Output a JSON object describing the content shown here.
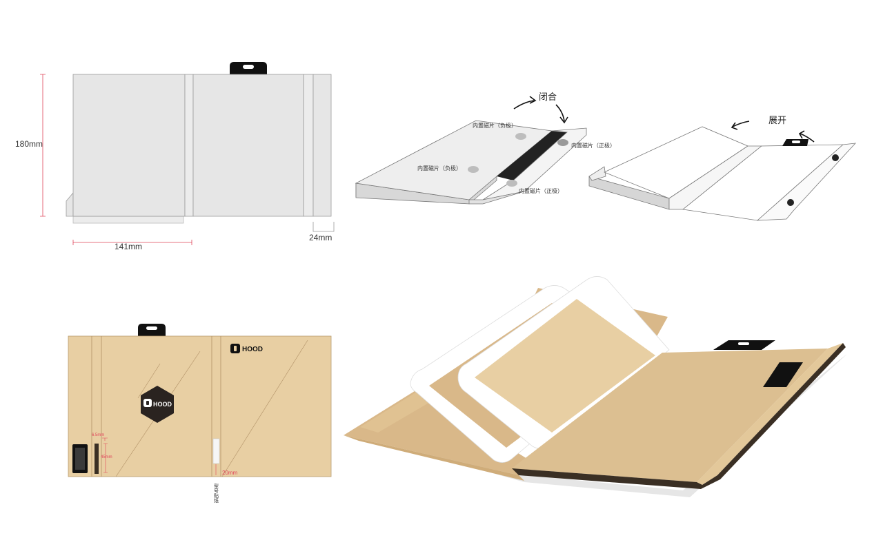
{
  "dimensions": {
    "height_label": "180mm",
    "width_label": "141mm",
    "tab_label": "24mm"
  },
  "closed_view": {
    "action_label": "闭合",
    "magnet_neg_top": "内置磁片（负极）",
    "magnet_neg_left": "内置磁片（负极）",
    "magnet_pos_right": "内置磁片（正极）",
    "magnet_pos_bottom": "内置磁片（正极）"
  },
  "open_view": {
    "action_label": "展开"
  },
  "kraft_layout": {
    "brand_small": "HOOD",
    "brand_badge": "HOOD",
    "dim_small_a": "6.5mm",
    "dim_small_b": "45mm",
    "dim_sticker": "20mm",
    "sticker_label": [
      "型",
      "号",
      "贴",
      "纸"
    ]
  },
  "colors": {
    "dieline_fill": "#e6e6e6",
    "kraft": "#e8cfa3",
    "kraft_dark": "#d9b889",
    "dim_red": "#e0455a",
    "black": "#111111"
  }
}
